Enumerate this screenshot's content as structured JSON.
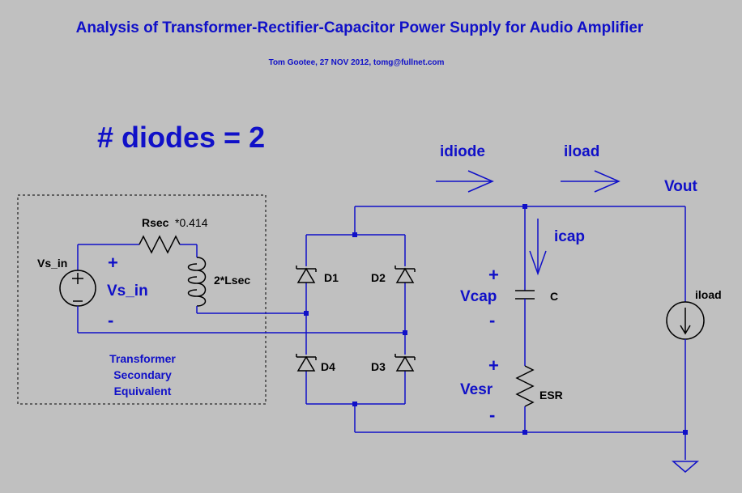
{
  "title": "Analysis of Transformer-Rectifier-Capacitor Power Supply for Audio Amplifier",
  "subtitle": "Tom Gootee, 27 NOV 2012, tomg@fullnet.com",
  "diodes_label": "# diodes = 2",
  "labels": {
    "idiode": "idiode",
    "iload": "iload",
    "vout": "Vout",
    "icap": "icap",
    "vcap": "Vcap",
    "vesr": "Vesr",
    "vs_in_big": "Vs_in",
    "plus": "+",
    "minus": "-"
  },
  "components": {
    "source": "Vs_in",
    "rsec_name": "Rsec",
    "rsec_value": "*0.414",
    "lsec": "2*Lsec",
    "d1": "D1",
    "d2": "D2",
    "d3": "D3",
    "d4": "D4",
    "cap": "C",
    "esr": "ESR",
    "load": "iload"
  },
  "transformer_box": {
    "line1": "Transformer",
    "line2": "Secondary",
    "line3": "Equivalent"
  },
  "colors": {
    "background": "#c0c0c0",
    "wire": "#1010c8",
    "component": "#000000"
  }
}
